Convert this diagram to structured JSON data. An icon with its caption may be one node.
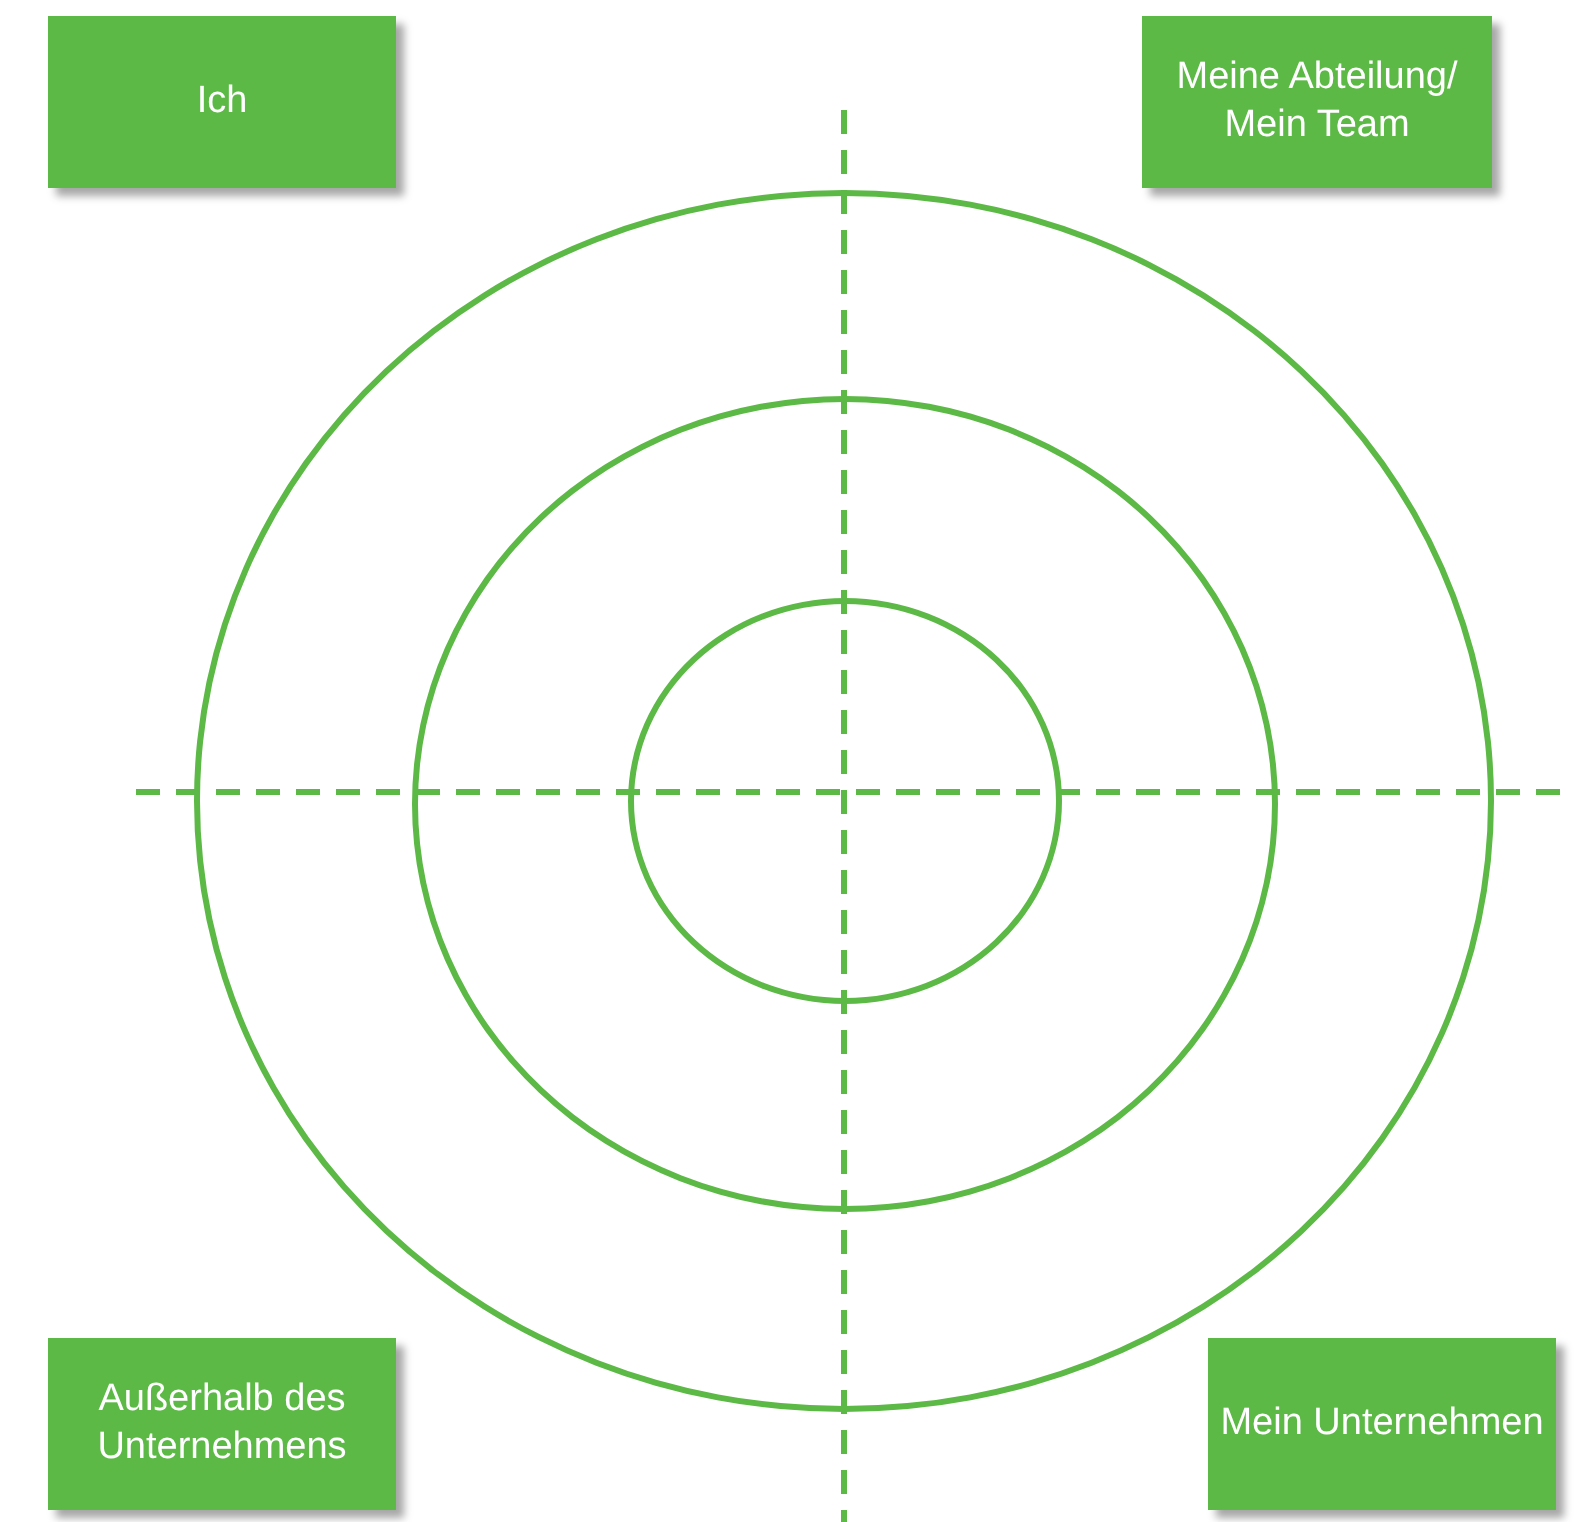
{
  "diagram": {
    "nodes": [
      {
        "text": [
          "Ich"
        ]
      },
      {
        "text": [
          "Meine Abteilung/ Mein Team"
        ]
      },
      {
        "text": [],
        "shape": "circle"
      },
      {
        "text": [],
        "shape": "circle",
        "in": 2
      },
      {
        "text": [],
        "shape": "circle",
        "in": 3
      },
      {
        "text": [
          "Außerhalb des Unternehmens"
        ]
      },
      {
        "text": [
          "Mein Unternehmen"
        ]
      }
    ]
  }
}
